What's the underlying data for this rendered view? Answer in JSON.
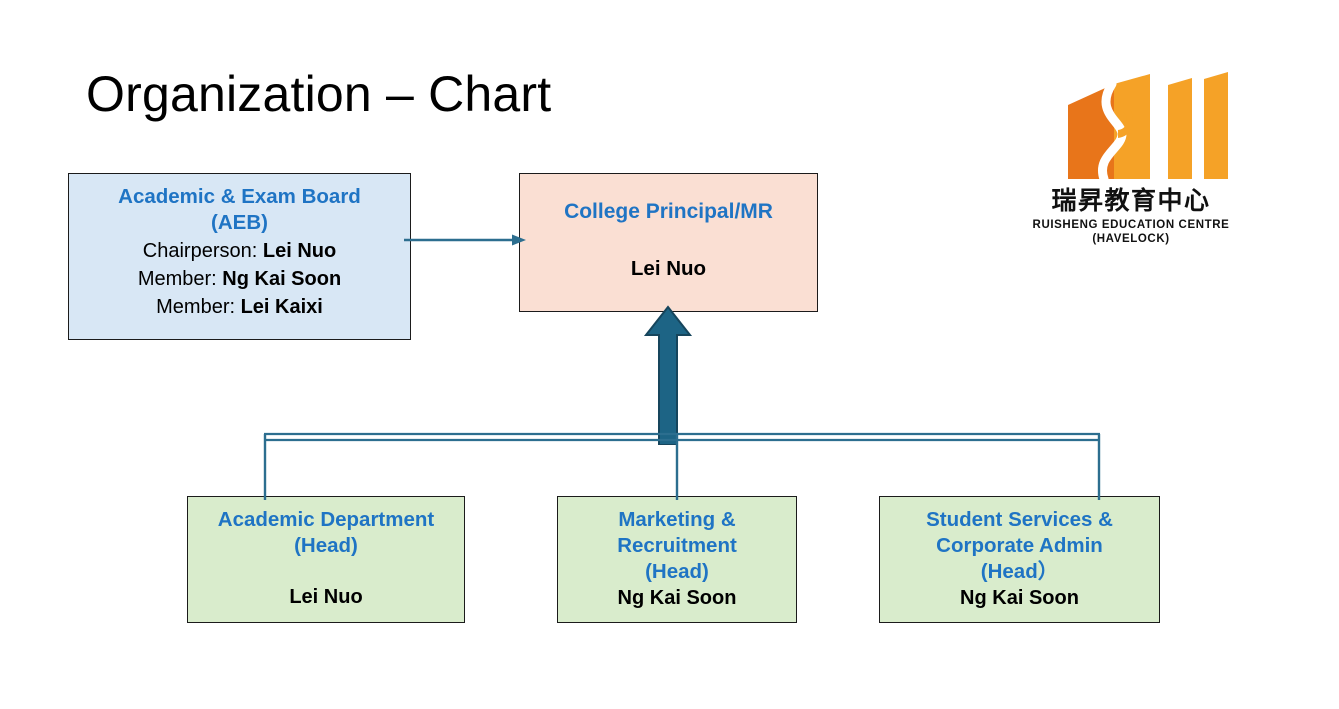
{
  "title": "Organization – Chart",
  "colors": {
    "heading_blue": "#1f74c4",
    "aeb_fill": "#d8e7f5",
    "principal_fill": "#fadfd3",
    "dept_fill": "#d9eccc",
    "connector": "#2c6e8f",
    "arrow_fill": "#1d6485",
    "logo_orange_dark": "#e8751a",
    "logo_orange_light": "#f5a227",
    "box_border": "#1b1b1b"
  },
  "nodes": {
    "aeb": {
      "title_line1": "Academic & Exam Board",
      "title_line2": "(AEB)",
      "members": [
        {
          "role": "Chairperson:",
          "name": "Lei Nuo"
        },
        {
          "role": "Member:",
          "name": "Ng Kai Soon"
        },
        {
          "role": "Member:",
          "name": "Lei Kaixi"
        }
      ]
    },
    "principal": {
      "title": "College Principal/MR",
      "person": "Lei Nuo"
    },
    "departments": [
      {
        "title_lines": [
          "Academic Department",
          "(Head)"
        ],
        "person": "Lei Nuo"
      },
      {
        "title_lines": [
          "Marketing &",
          "Recruitment",
          "(Head)"
        ],
        "person": "Ng Kai Soon"
      },
      {
        "title_lines": [
          "Student Services &",
          "Corporate Admin",
          "(Head）"
        ],
        "person": "Ng Kai Soon"
      }
    ]
  },
  "logo": {
    "chinese": "瑞昇教育中心",
    "english_line1": "RUISHENG EDUCATION CENTRE",
    "english_line2": "(HAVELOCK)"
  }
}
